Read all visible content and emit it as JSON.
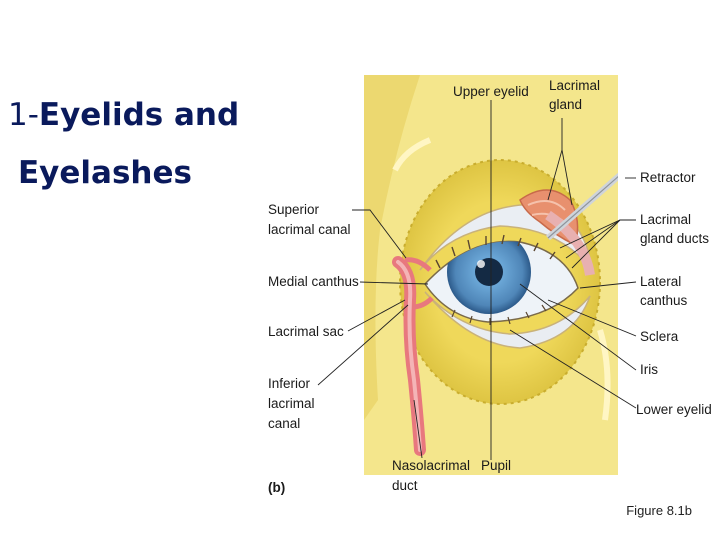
{
  "title": {
    "number": "1-",
    "line1": "Eyelids and",
    "line2": "Eyelashes"
  },
  "panel_label": "(b)",
  "caption": "Figure 8.1b",
  "labels": {
    "upper_eyelid": "Upper eyelid",
    "lacrimal_gland_1": "Lacrimal",
    "lacrimal_gland_2": "gland",
    "retractor": "Retractor",
    "lacrimal_gland_ducts_1": "Lacrimal",
    "lacrimal_gland_ducts_2": "gland ducts",
    "lateral_canthus_1": "Lateral",
    "lateral_canthus_2": "canthus",
    "sclera": "Sclera",
    "iris": "Iris",
    "lower_eyelid": "Lower eyelid",
    "superior_canal_1": "Superior",
    "superior_canal_2": "lacrimal canal",
    "medial_canthus": "Medial canthus",
    "lacrimal_sac": "Lacrimal sac",
    "inferior_canal_1": "Inferior",
    "inferior_canal_2": "lacrimal",
    "inferior_canal_3": "canal",
    "nasolacrimal_1": "Nasolacrimal",
    "nasolacrimal_2": "duct",
    "pupil": "Pupil"
  },
  "colors": {
    "title": "#0a1a5c",
    "skin": "#f3e58a",
    "fat": "#e8cf4c",
    "sclera": "#eef3f8",
    "iris": "#5d95c4",
    "pupil": "#142a44",
    "gland": "#e8906e",
    "duct": "#e8787e"
  }
}
